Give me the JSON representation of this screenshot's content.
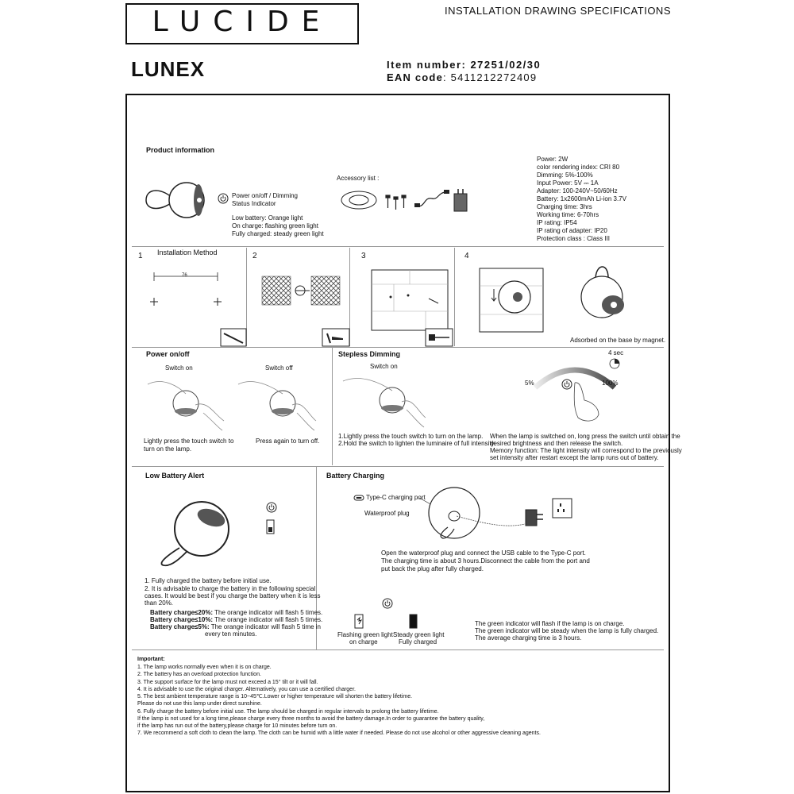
{
  "header": {
    "logo": "LUCIDE",
    "spec_title": "INSTALLATION DRAWING SPECIFICATIONS",
    "product_name": "LUNEX",
    "item_number": "Item number: 27251/02/30",
    "ean_label": "EAN code",
    "ean_value": ": 5411212272409"
  },
  "product_info": {
    "title": "Product information",
    "callout_power": "Power on/off / Dimming",
    "callout_status": "Status Indicator",
    "status_lines": [
      "Low battery: Orange light",
      "On charge: flashing green light",
      "Fully charged: steady green light"
    ],
    "accessory_label": "Accessory list :",
    "specs": [
      "Power: 2W",
      "color rendering index: CRI 80",
      "Dimming: 5%-100%",
      "Input Power: 5V ⎓ 1A",
      "Adapter: 100-240V~50/60Hz",
      "Battery: 1x2600mAh Li-ion 3.7V",
      "Charging time: 3hrs",
      "Working time: 6-70hrs",
      "IP rating: IP54",
      "IP rating of adapter: IP20",
      "Protection class : Class III"
    ]
  },
  "installation": {
    "title": "Installation Method",
    "steps": [
      "1",
      "2",
      "3",
      "4"
    ],
    "dimension": "76",
    "magnet_caption": "Adsorbed on the base by magnet."
  },
  "power": {
    "title": "Power on/off",
    "switch_on": "Switch on",
    "switch_off": "Switch off",
    "caption_on_1": "Lightly press the touch switch to",
    "caption_on_2": "turn on the lamp.",
    "caption_off": "Press again to turn off."
  },
  "dimming": {
    "title": "Stepless Dimming",
    "switch_on": "Switch on",
    "step1": "1.Lightly press the touch switch to turn on the lamp.",
    "step2": "2.Hold the switch to lighten the luminaire of full intensity.",
    "hold_time": "4 sec",
    "min_label": "5%",
    "max_label": "100%",
    "desc": [
      "When the lamp is switched on, long press the switch until obtain the",
      "desired brightness and then release the switch.",
      "Memory function: The light intensity will correspond to the previously",
      "set intensity after restart except the lamp runs out of battery."
    ]
  },
  "low_battery": {
    "title": "Low Battery Alert",
    "notes": [
      "1. Fully charged the battery before initial use.",
      "2. It is advisable to charge the battery in the following special",
      "cases. It would be best if you charge the battery when it is less",
      "than 20%."
    ],
    "alerts": [
      {
        "label": "Battery charge≤20%:",
        "text": "The orange indicator will flash 5 times."
      },
      {
        "label": "Battery charge≤10%:",
        "text": "The orange indicator will flash 5 times."
      },
      {
        "label": "Battery charge≤5%:",
        "text": "The orange indicator will flash 5 time in"
      }
    ],
    "alert_tail": "every ten minutes."
  },
  "charging": {
    "title": "Battery Charging",
    "port_label": "Type-C charging port",
    "plug_label": "Waterproof plug",
    "instructions": [
      "Open the waterproof plug and connect the USB cable to the Type-C port.",
      "The charging time is about 3 hours.Disconnect the cable from the port and",
      "put back the plug after fully charged."
    ],
    "flash_label_1": "Flashing green light",
    "flash_label_2": "on charge",
    "steady_label_1": "Steady green light",
    "steady_label_2": "Fully charged",
    "indicator_notes": [
      "The green indicator will flash if the lamp is on charge.",
      "The green indicator will be steady when the lamp is fully charged.",
      "The average charging time is 3 hours."
    ]
  },
  "important": {
    "title": "Important:",
    "lines": [
      "1. The lamp works normally even when it is on charge.",
      "2. The battery has an overload protection function.",
      "3. The support surface for the lamp must not exceed a 15° tilt or it will fall.",
      "4. It is advisable to use the original charger. Alternatively, you can use a certified charger.",
      "5. The best ambient temperature range is 10~45℃.Lower or higher temperature will shorten the battery lifetime.",
      "Please do not use this lamp under direct sunshine.",
      "6. Fully charge the battery before initial use. The lamp should be charged in regular intervals to prolong the battery lifetime.",
      "If the lamp is not used for a long time,please charge every three months to avoid the battery damage.In order to guarantee the battery quality,",
      "if the lamp has run out of the battery,please charge for 10 minutes before turn on.",
      "7. We recommend a soft cloth to clean the lamp. The cloth can be humid with a little water if needed. Please do not use alcohol or other aggressive cleaning agents."
    ]
  }
}
